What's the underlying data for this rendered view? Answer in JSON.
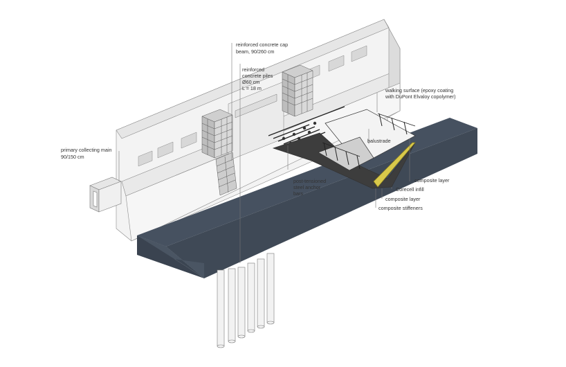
{
  "labels": {
    "cap_beam_line1": "reinforced concrete cap",
    "cap_beam_line2": "beam, 90/260 cm",
    "piles_line1": "reinforced",
    "piles_line2": "concrete piles",
    "piles_line3": "Ø60 cm",
    "piles_line4": "L = 18 m",
    "walking_line1": "walking surface (epoxy coating",
    "walking_line2": "with DuPont Elvaloy copolymer)",
    "balustrade": "balustrade",
    "collecting_line1": "primary collecting main",
    "collecting_line2": "90/150 cm",
    "anchor_line1": "post-tensioned",
    "anchor_line2": "steel anchor",
    "anchor_line3": "bars",
    "composite_layer_top": "composite layer",
    "corecell_infill": "Corecell infill",
    "composite_layer_bottom": "composite layer",
    "composite_stiffeners": "composite stiffeners"
  },
  "colors": {
    "concrete_light": "#f1f1f1",
    "concrete_mid": "#e2e2e2",
    "concrete_shadow": "#d2d2d2",
    "slab_top": "#454f5c",
    "slab_side": "#3a434f",
    "yellow_layer": "#d9c94a",
    "leader": "#7a7a7a"
  }
}
